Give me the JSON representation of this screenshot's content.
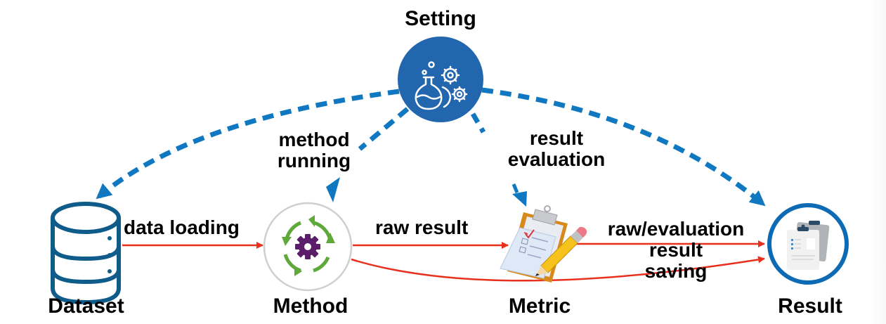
{
  "diagram": {
    "nodes": {
      "setting": {
        "label": "Setting",
        "icon": "flask-gears-icon",
        "color": "#2266ae"
      },
      "dataset": {
        "label": "Dataset",
        "icon": "database-icon",
        "color": "#0f5c8b"
      },
      "method": {
        "label": "Method",
        "icon": "cycle-gear-icon",
        "color": "#5b1d6a"
      },
      "metric": {
        "label": "Metric",
        "icon": "clipboard-pencil-icon"
      },
      "result": {
        "label": "Result",
        "icon": "clipboards-icon",
        "color": "#0d6ab4"
      }
    },
    "edges": {
      "data_loading": {
        "from": "Dataset",
        "to": "Method",
        "label": "data loading",
        "style": "solid",
        "color": "#e8301e"
      },
      "raw_result": {
        "from": "Method",
        "to": "Metric",
        "label": "raw result",
        "style": "solid",
        "color": "#e8301e"
      },
      "saving": {
        "from": "Metric",
        "to": "Result",
        "label_line1": "raw/evaluation",
        "label_line2": "result",
        "label_line3": "saving",
        "style": "solid",
        "color": "#e8301e"
      },
      "method_to_result": {
        "from": "Method",
        "to": "Result",
        "style": "solid",
        "color": "#e8301e"
      },
      "method_running": {
        "from": "Setting",
        "to": "Method",
        "label_line1": "method",
        "label_line2": "running",
        "style": "dashed",
        "color": "#0f78c0"
      },
      "result_evaluation": {
        "from": "Setting",
        "to": "Metric",
        "label_line1": "result",
        "label_line2": "evaluation",
        "style": "dashed",
        "color": "#0f78c0"
      },
      "setting_to_dataset": {
        "from": "Setting",
        "to": "Dataset",
        "style": "dashed",
        "color": "#0f78c0"
      },
      "setting_to_result": {
        "from": "Setting",
        "to": "Result",
        "style": "dashed",
        "color": "#0f78c0"
      }
    }
  }
}
